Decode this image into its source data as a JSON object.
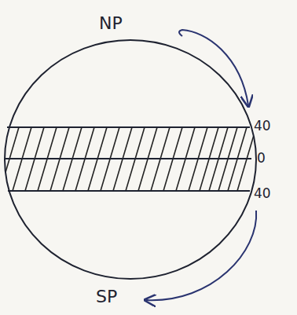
{
  "diagram": {
    "labels": [
      "NP",
      "40",
      "0",
      "40",
      "SP"
    ]
  }
}
